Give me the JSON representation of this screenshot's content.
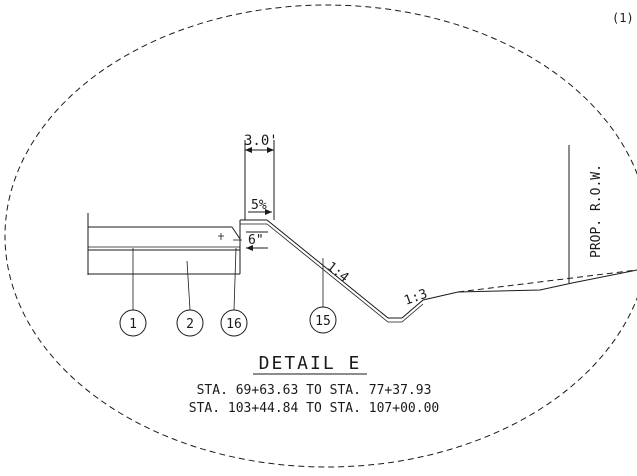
{
  "sheet_note": "(1)",
  "dimensions": {
    "width": "3.0'",
    "slope_percent": "5%",
    "depth": "6\""
  },
  "slopes": {
    "foreslope": "1:4",
    "backslope": "1:3"
  },
  "row_label": "PROP. R.O.W.",
  "callouts": [
    "1",
    "2",
    "16",
    "15"
  ],
  "detail": {
    "title": "DETAIL E",
    "line1": "STA. 69+63.63 TO STA. 77+37.93",
    "line2": "STA. 103+44.84 TO STA. 107+00.00"
  }
}
